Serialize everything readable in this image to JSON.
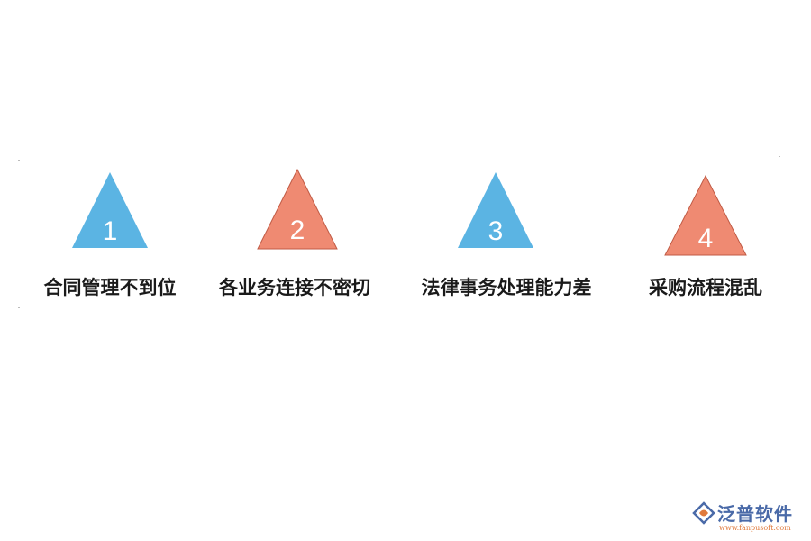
{
  "steps": [
    {
      "number": "1",
      "label": "合同管理不到位",
      "color": "#5bb4e3"
    },
    {
      "number": "2",
      "label": "各业务连接不密切",
      "color": "#ef8a72"
    },
    {
      "number": "3",
      "label": "法律事务处理能力差",
      "color": "#5bb4e3"
    },
    {
      "number": "4",
      "label": "采购流程混乱",
      "color": "#ef8a72"
    }
  ],
  "logo": {
    "name": "泛普软件",
    "url": "www.fanpusoft.com"
  }
}
